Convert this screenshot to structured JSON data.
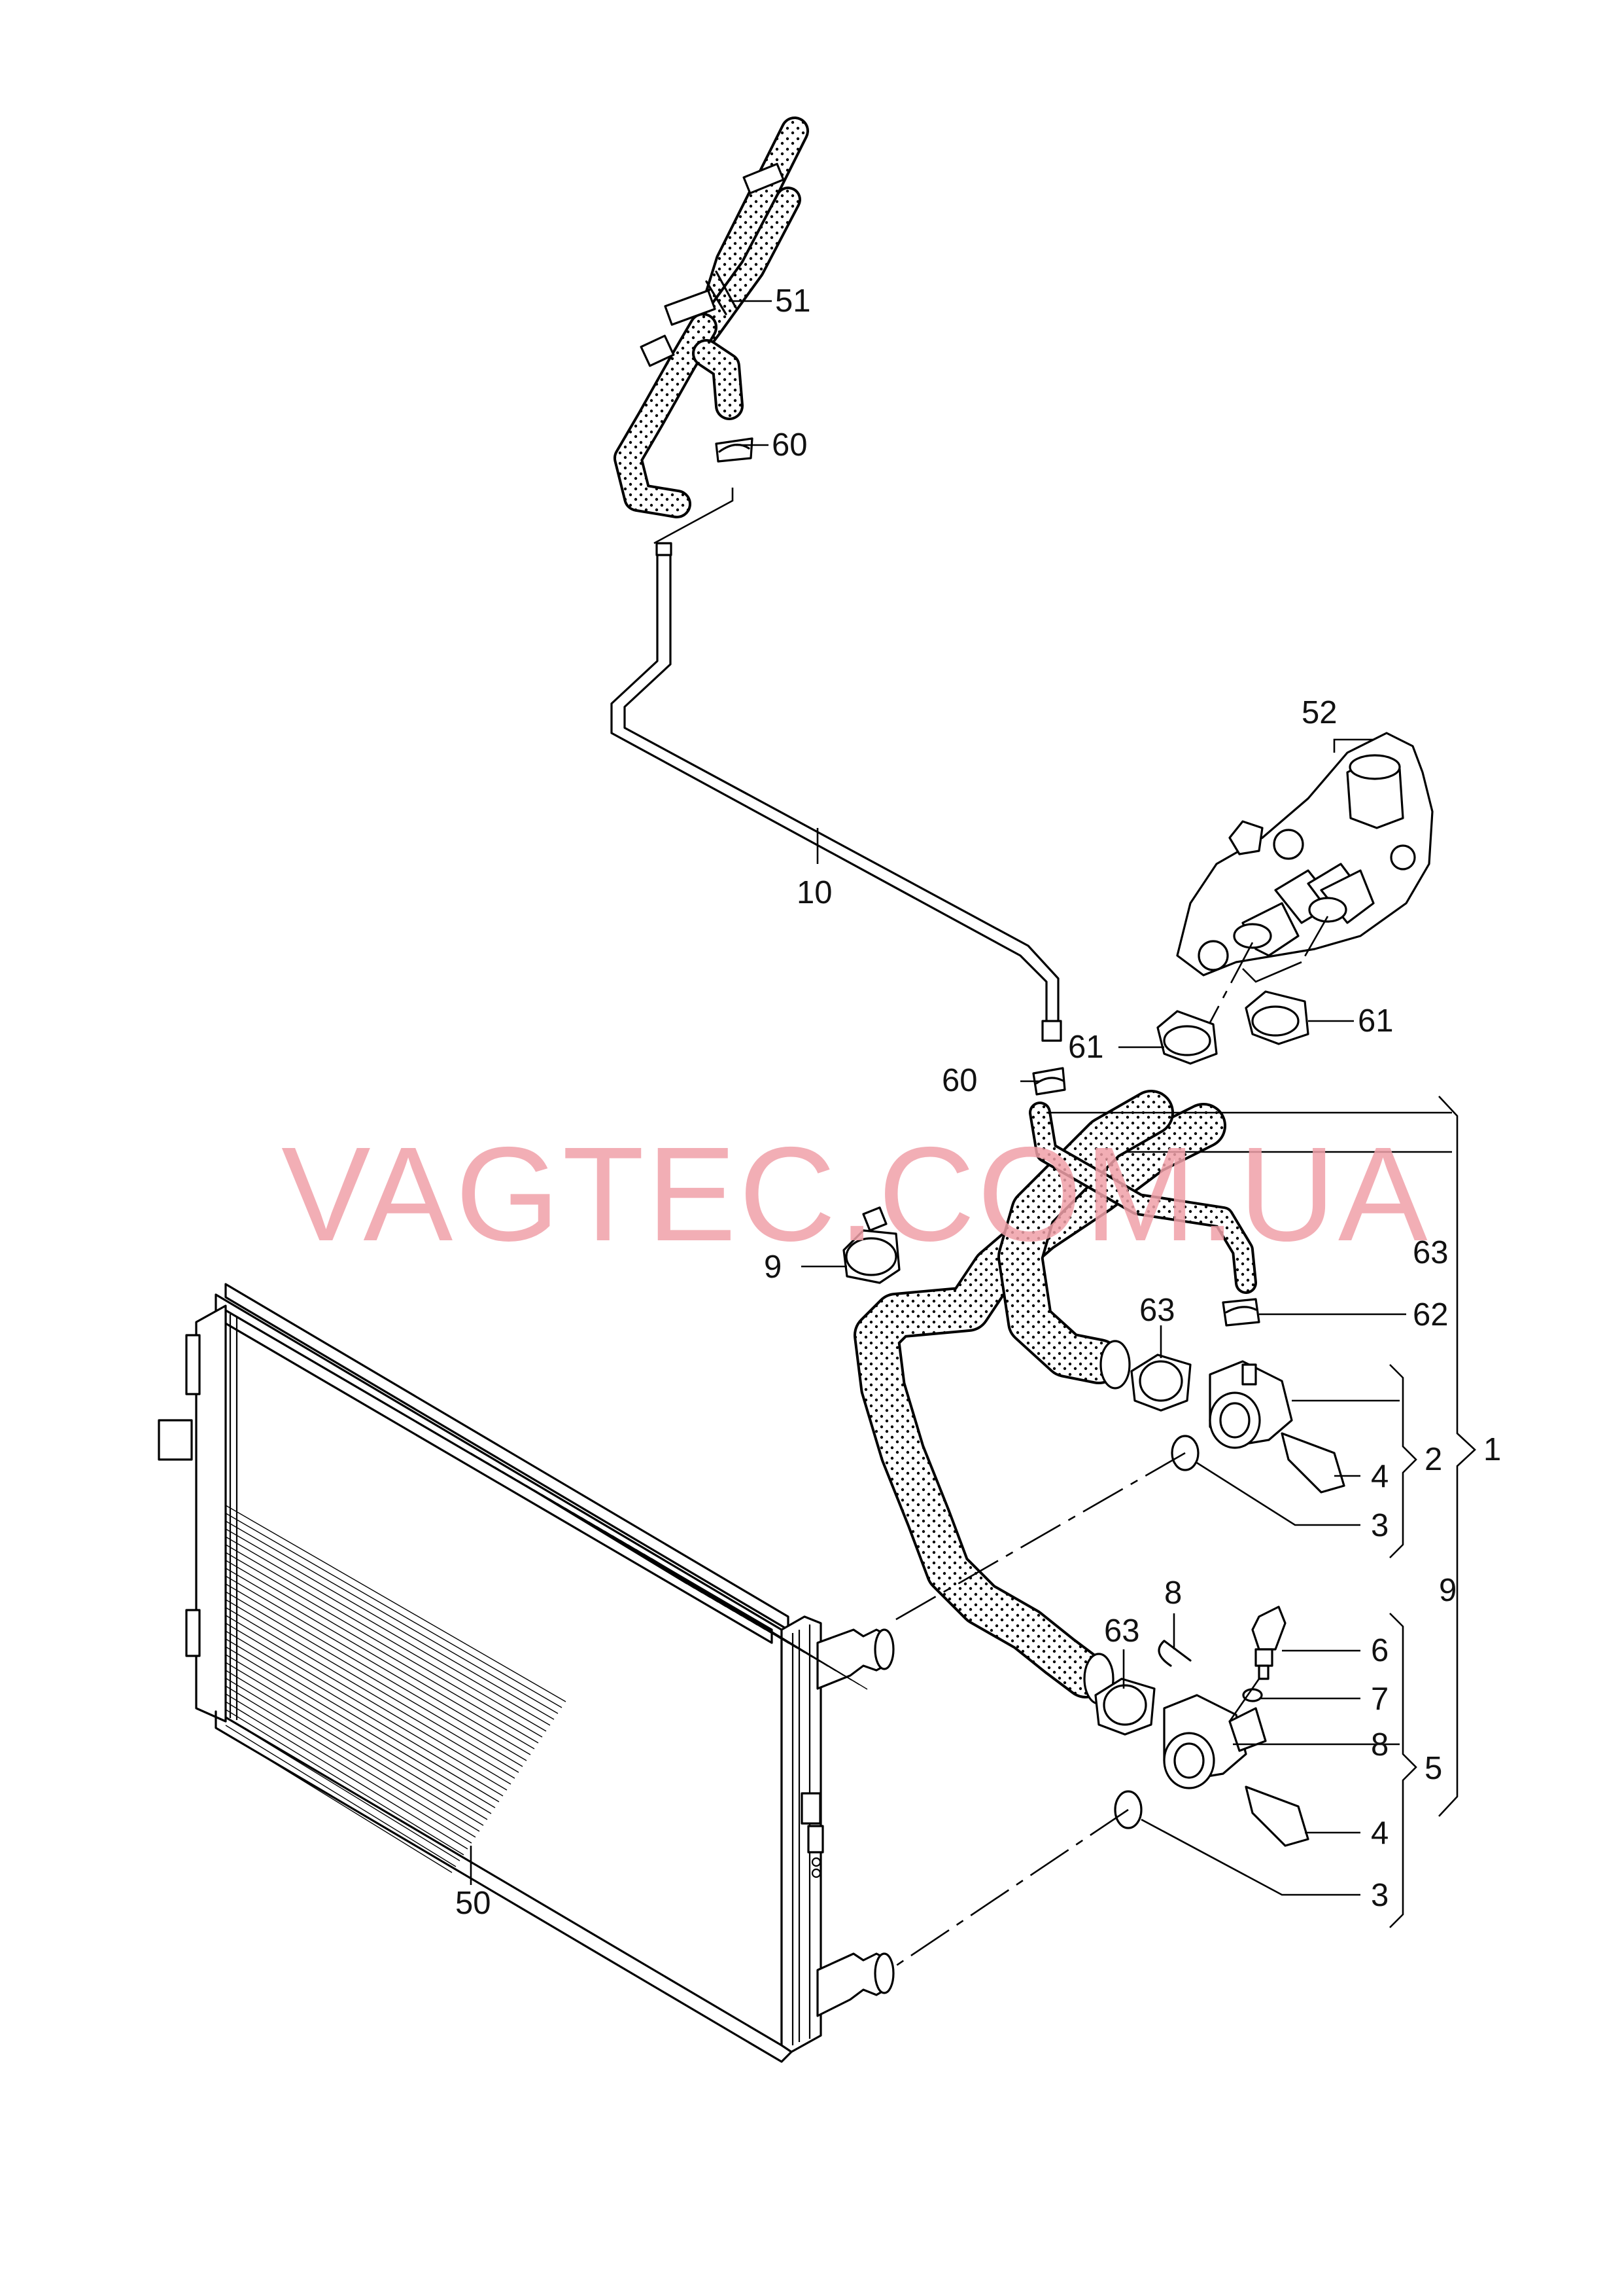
{
  "watermark": "VAGTEC.COM.UA",
  "callouts": {
    "c1": "1",
    "c2": "2",
    "c3a": "3",
    "c3b": "3",
    "c4a": "4",
    "c4b": "4",
    "c5": "5",
    "c6": "6",
    "c7": "7",
    "c8a": "8",
    "c8b": "8",
    "c9a": "9",
    "c9b": "9",
    "c10": "10",
    "c50": "50",
    "c51": "51",
    "c52": "52",
    "c60a": "60",
    "c60b": "60",
    "c61a": "61",
    "c61b": "61",
    "c62": "62",
    "c63a": "63",
    "c63b": "63",
    "c63c": "63"
  },
  "colors": {
    "line": "#000000",
    "watermark": "#f0a0a8",
    "background": "#ffffff"
  }
}
